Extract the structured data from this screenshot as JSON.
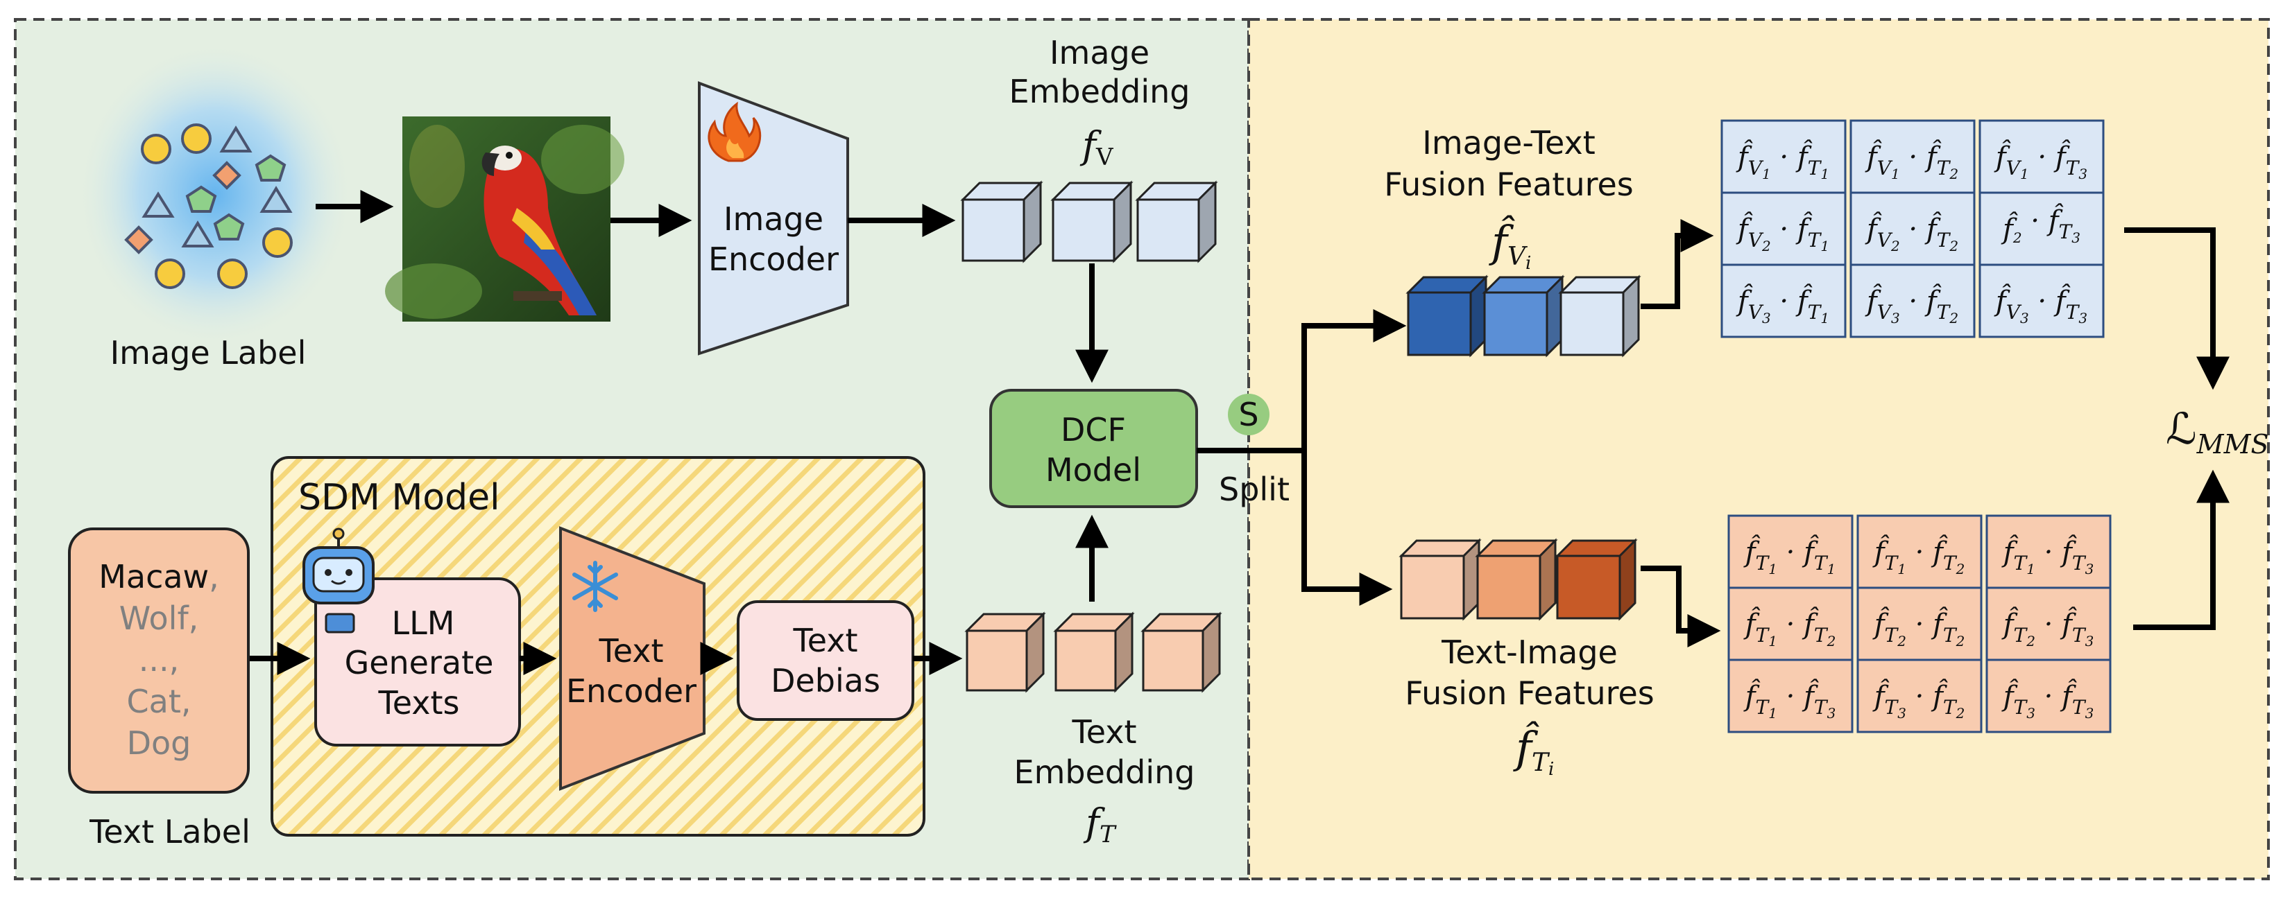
{
  "colors": {
    "left_panel_bg": "#e4efe2",
    "right_panel_bg": "#fcefc8",
    "sdm_bg": "#fdf4cf",
    "sdm_stripe": "#f5d77a",
    "encoder_fill": "#dbe7f5",
    "dcf_fill": "#97cc80",
    "split_fill": "#97cc80",
    "blue_light": "#dbe7f5",
    "blue_mid": "#5b8fd6",
    "blue_dark": "#2f64b0",
    "orange_light": "#f8ccb0",
    "orange_mid": "#eea172",
    "orange_dark": "#c75a27",
    "pink_box": "#fbe2e2",
    "text_label_box": "#f7c6a6"
  },
  "image_label": "Image Label",
  "image_encoder": {
    "line1": "Image",
    "line2": "Encoder"
  },
  "image_embedding": {
    "line1": "Image",
    "line2": "Embedding",
    "symbol": "f",
    "sub": "V"
  },
  "dcf": {
    "line1": "DCF",
    "line2": "Model"
  },
  "split": {
    "badge": "S",
    "label": "Split"
  },
  "sdm_title": "SDM Model",
  "text_label_box": {
    "first": "Macaw",
    "first_sep": ",",
    "rest": [
      "Wolf,",
      "...,",
      "Cat,",
      "Dog"
    ]
  },
  "text_label": "Text Label",
  "llm": {
    "line1": "LLM",
    "line2": "Generate",
    "line3": "Texts"
  },
  "text_encoder": {
    "line1": "Text",
    "line2": "Encoder"
  },
  "text_debias": {
    "line1": "Text",
    "line2": "Debias"
  },
  "text_embedding": {
    "line1": "Text",
    "line2": "Embedding",
    "symbol": "f",
    "sub": "T"
  },
  "it_fusion": {
    "line1": "Image-Text",
    "line2": "Fusion Features",
    "symbol": "f̂",
    "sub": "V",
    "subsub": "i"
  },
  "ti_fusion": {
    "line1": "Text-Image",
    "line2": "Fusion Features",
    "symbol": "f̂",
    "sub": "T",
    "subsub": "i"
  },
  "loss": {
    "symbol": "ℒ",
    "sub": "MMS"
  },
  "it_matrix": [
    [
      [
        "V",
        "1",
        "T",
        "1"
      ],
      [
        "V",
        "1",
        "T",
        "2"
      ],
      [
        "V",
        "1",
        "T",
        "3"
      ]
    ],
    [
      [
        "V",
        "2",
        "T",
        "1"
      ],
      [
        "V",
        "2",
        "T",
        "2"
      ],
      [
        "",
        "2",
        "T",
        "3"
      ]
    ],
    [
      [
        "V",
        "3",
        "T",
        "1"
      ],
      [
        "V",
        "3",
        "T",
        "2"
      ],
      [
        "V",
        "3",
        "T",
        "3"
      ]
    ]
  ],
  "ti_matrix": [
    [
      [
        "T",
        "1",
        "T",
        "1"
      ],
      [
        "T",
        "1",
        "T",
        "2"
      ],
      [
        "T",
        "1",
        "T",
        "3"
      ]
    ],
    [
      [
        "T",
        "1",
        "T",
        "2"
      ],
      [
        "T",
        "2",
        "T",
        "2"
      ],
      [
        "T",
        "2",
        "T",
        "3"
      ]
    ],
    [
      [
        "T",
        "1",
        "T",
        "3"
      ],
      [
        "T",
        "3",
        "T",
        "2"
      ],
      [
        "T",
        "3",
        "T",
        "3"
      ]
    ]
  ]
}
